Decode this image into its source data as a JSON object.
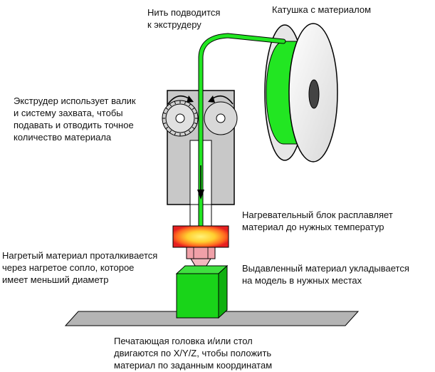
{
  "labels": {
    "filament_feed": "Нить подводится\nк экструдеру",
    "spool": "Катушка с материалом",
    "extruder": "Экструдер использует валик\nи систему захвата, чтобы\nподавать и отводить точное\nколичество материала",
    "heater_block": "Нагревательный блок расплавляет\nматериал до нужных температур",
    "nozzle": "Нагретый материал проталкивается\nчерез нагретое сопло, которое\nимеет меньший диаметр",
    "deposition": "Выдавленный материал укладывается\nна модель в нужных местах",
    "movement": "Печатающая головка и/или стол\nдвигаются по X/Y/Z, чтобы положить\nматериал по заданным координатам"
  },
  "colors": {
    "filament": "#22e622",
    "model": "#19d419",
    "extruder_body": "#c8c8c8",
    "heater_core": "#ffe05a",
    "heater_edge": "#e62020",
    "nozzle": "#f0a0a8",
    "bed": "#b4b4b4",
    "outline": "#000000"
  },
  "icons": [
    "drive-gear-icon",
    "idler-wheel-icon",
    "feed-arrow-icon",
    "rotation-arrow-icon"
  ]
}
